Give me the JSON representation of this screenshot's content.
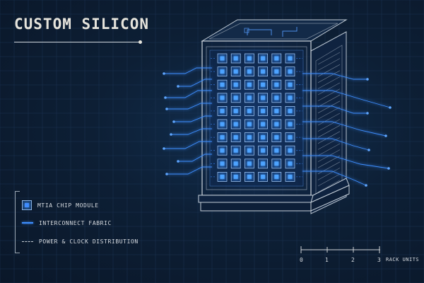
{
  "title": "CUSTOM SILICON",
  "legend": {
    "items": [
      {
        "label": "MTIA CHIP MODULE",
        "icon": "chip-module-icon"
      },
      {
        "label": "INTERCONNECT FABRIC",
        "icon": "interconnect-line-icon"
      },
      {
        "label": "POWER & CLOCK DISTRIBUTION",
        "icon": "dashed-power-line-icon"
      }
    ]
  },
  "scale_bar": {
    "ticks": [
      "0",
      "1",
      "2",
      "3"
    ],
    "units": "RACK UNITS"
  },
  "rack": {
    "chip_grid": {
      "rows": 10,
      "columns": 6
    }
  },
  "colors": {
    "background": "#0c1a2c",
    "accent": "#3d8eff",
    "line": "#cfd4d8"
  }
}
